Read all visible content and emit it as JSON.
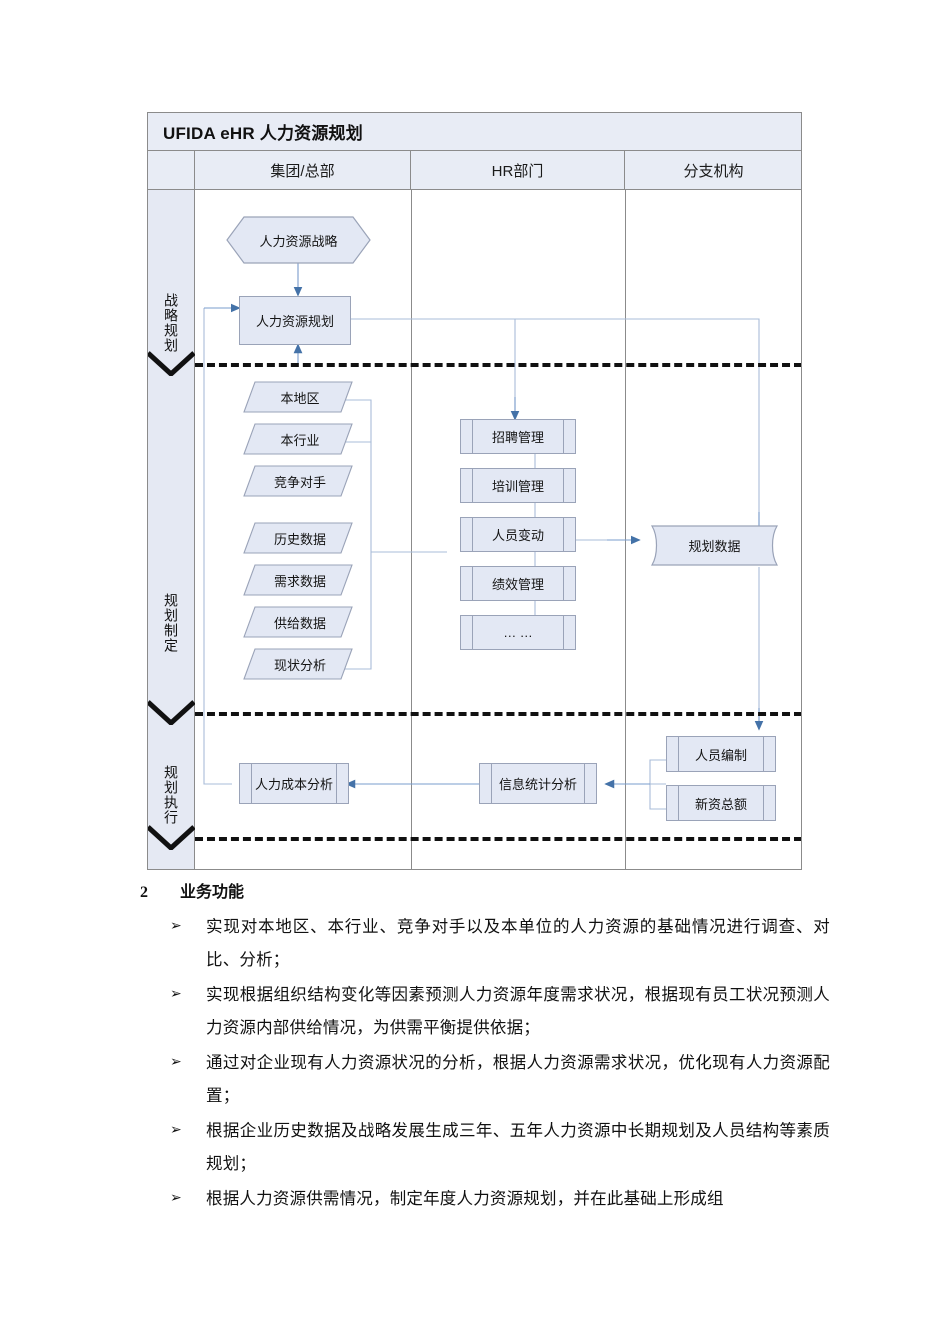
{
  "diagram": {
    "title": "UFIDA eHR 人力资源规划",
    "lane_headers": [
      "",
      "集团/总部",
      "HR部门",
      "分支机构"
    ],
    "phases": [
      {
        "label": "战略规划"
      },
      {
        "label": "规划制定"
      },
      {
        "label": "规划执行"
      }
    ],
    "nodes": {
      "hr_strategy": "人力资源战略",
      "hr_plan": "人力资源规划",
      "local_region": "本地区",
      "industry": "本行业",
      "competitor": "竞争对手",
      "history_data": "历史数据",
      "demand_data": "需求数据",
      "supply_data": "供给数据",
      "status_analysis": "现状分析",
      "recruit_mgmt": "招聘管理",
      "training_mgmt": "培训管理",
      "staff_change": "人员变动",
      "performance_mgmt": "绩效管理",
      "etc": "… …",
      "plan_data": "规划数据",
      "cost_analysis": "人力成本分析",
      "info_stat_analysis": "信息统计分析",
      "headcount": "人员编制",
      "salary_total": "新资总额"
    },
    "colors": {
      "node_fill": "#e3e8f4",
      "node_stroke": "#9aa3b8",
      "lane_header_fill": "#e8ecf5",
      "left_band_fill": "#e5e9f3",
      "frame_stroke": "#8b8b8b",
      "connector": "#a9bcd8",
      "arrow": "#4472a8",
      "phase_divider": "#111111"
    }
  },
  "document": {
    "section": {
      "number": "2",
      "title": "业务功能"
    },
    "bullet_symbol": "➢",
    "bullets": [
      "实现对本地区、本行业、竞争对手以及本单位的人力资源的基础情况进行调查、对比、分析；",
      "实现根据组织结构变化等因素预测人力资源年度需求状况，根据现有员工状况预测人力资源内部供给情况，为供需平衡提供依据；",
      "通过对企业现有人力资源状况的分析，根据人力资源需求状况，优化现有人力资源配置；",
      "根据企业历史数据及战略发展生成三年、五年人力资源中长期规划及人员结构等素质规划；",
      "根据人力资源供需情况，制定年度人力资源规划，并在此基础上形成组"
    ]
  }
}
